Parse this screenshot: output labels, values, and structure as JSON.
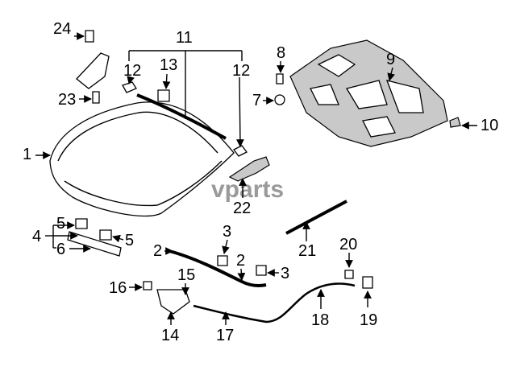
{
  "callouts": {
    "c1": "1",
    "c2a": "2",
    "c2b": "2",
    "c3a": "3",
    "c3b": "3",
    "c4": "4",
    "c5a": "5",
    "c5b": "5",
    "c6": "6",
    "c7": "7",
    "c8": "8",
    "c9": "9",
    "c10": "10",
    "c11": "11",
    "c12a": "12",
    "c12b": "12",
    "c13": "13",
    "c14": "14",
    "c15": "15",
    "c16": "16",
    "c17": "17",
    "c18": "18",
    "c19": "19",
    "c20": "20",
    "c21": "21",
    "c22": "22",
    "c23": "23",
    "c24": "24"
  },
  "watermark": "vparts"
}
